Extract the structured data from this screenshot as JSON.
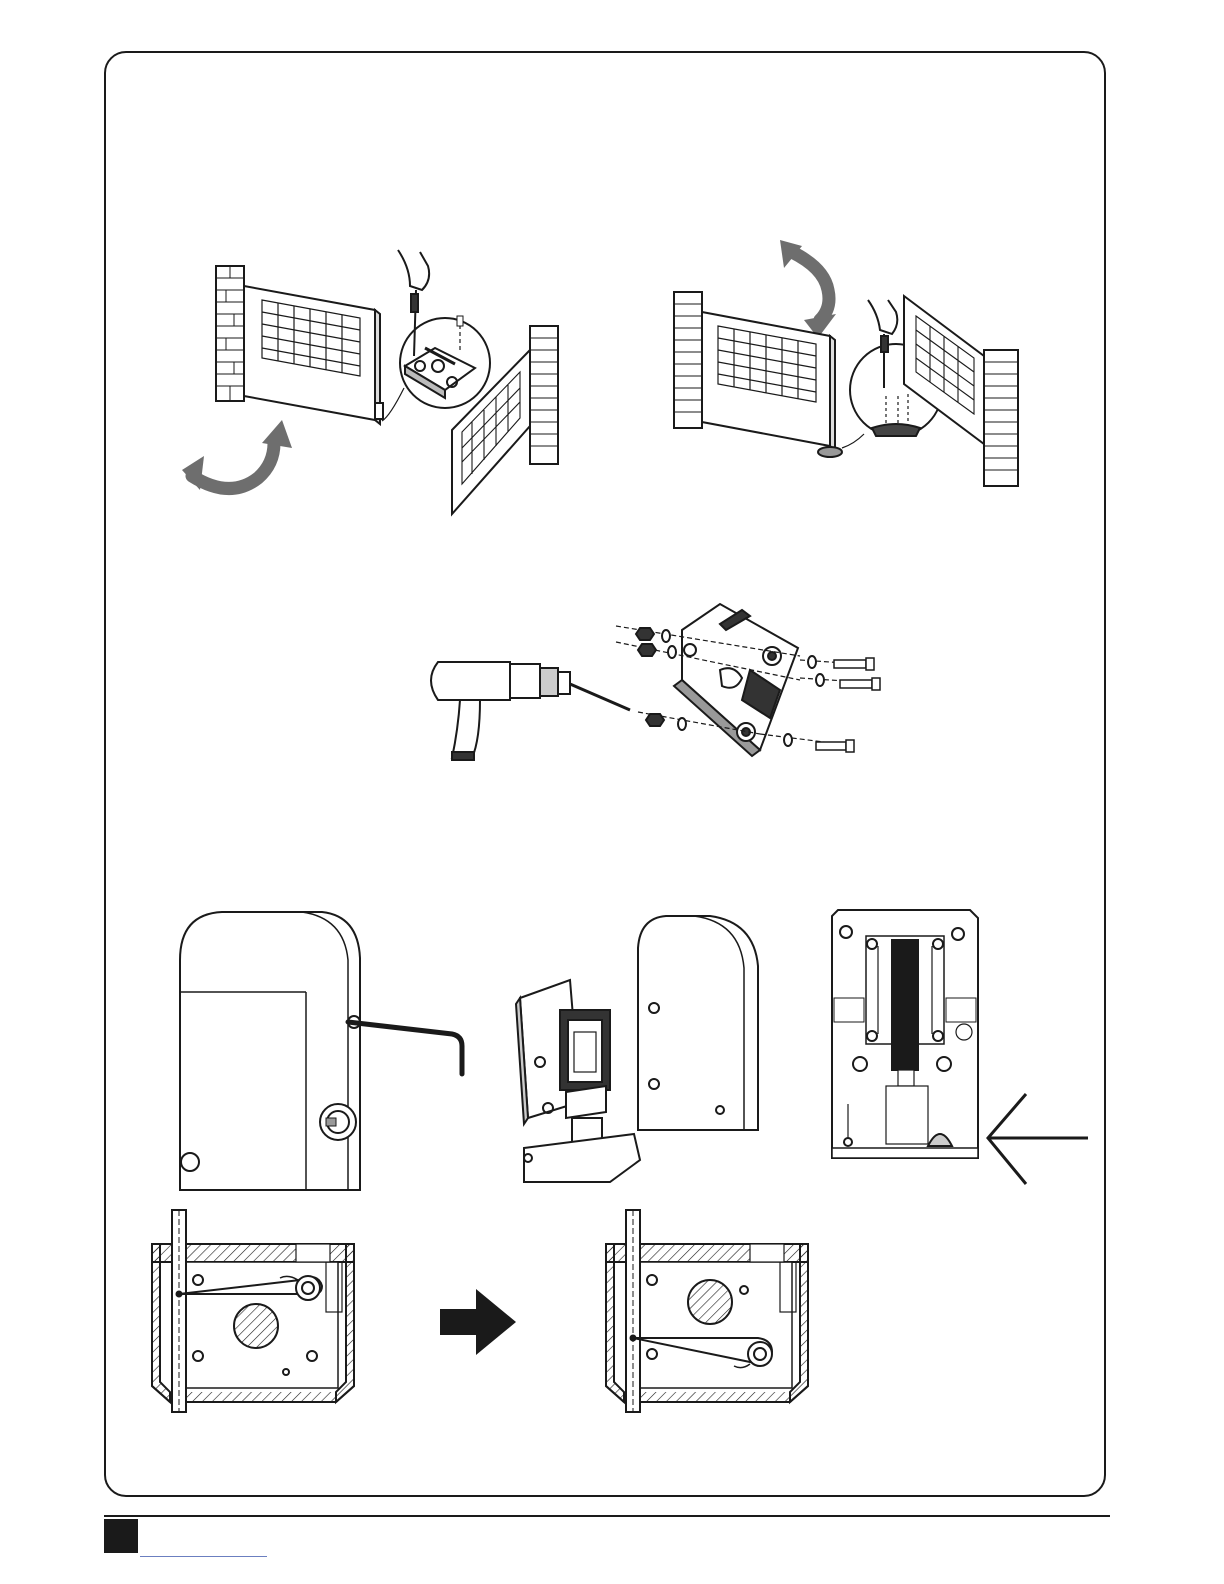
{
  "page": {
    "accent_color": "#1a1a1a",
    "arrow_color": "#6e6e6e",
    "link_line_color": "#6b7fc0"
  },
  "figures": [
    {
      "name": "gate-left-opening-stop-install",
      "icons": [
        "brick-pillar-icon",
        "gate-leaf-icon",
        "curved-arrow-icon",
        "screwdriver-hand-icon",
        "stop-bracket-icon"
      ]
    },
    {
      "name": "gate-right-opening-stop-install",
      "icons": [
        "brick-pillar-icon",
        "gate-leaf-icon",
        "curved-arrow-icon",
        "screwdriver-hand-icon",
        "stop-bracket-icon"
      ]
    },
    {
      "name": "drill-and-bracket-assembly",
      "icons": [
        "drill-icon",
        "bracket-plate-icon",
        "bolt-icon",
        "washer-icon",
        "nut-icon"
      ]
    },
    {
      "name": "motor-cover-hex-key",
      "icons": [
        "motor-housing-icon",
        "hex-key-icon",
        "key-lock-icon"
      ]
    },
    {
      "name": "motor-exploded-view",
      "icons": [
        "motor-chassis-icon",
        "motor-cover-icon"
      ]
    },
    {
      "name": "motor-top-view-arrow",
      "icons": [
        "motor-top-view-icon",
        "left-arrow-icon"
      ]
    },
    {
      "name": "spring-position-before",
      "icons": [
        "cross-section-icon",
        "spring-icon"
      ]
    },
    {
      "name": "direction-arrow",
      "icons": [
        "right-arrow-icon"
      ]
    },
    {
      "name": "spring-position-after",
      "icons": [
        "cross-section-icon",
        "spring-icon"
      ]
    }
  ]
}
